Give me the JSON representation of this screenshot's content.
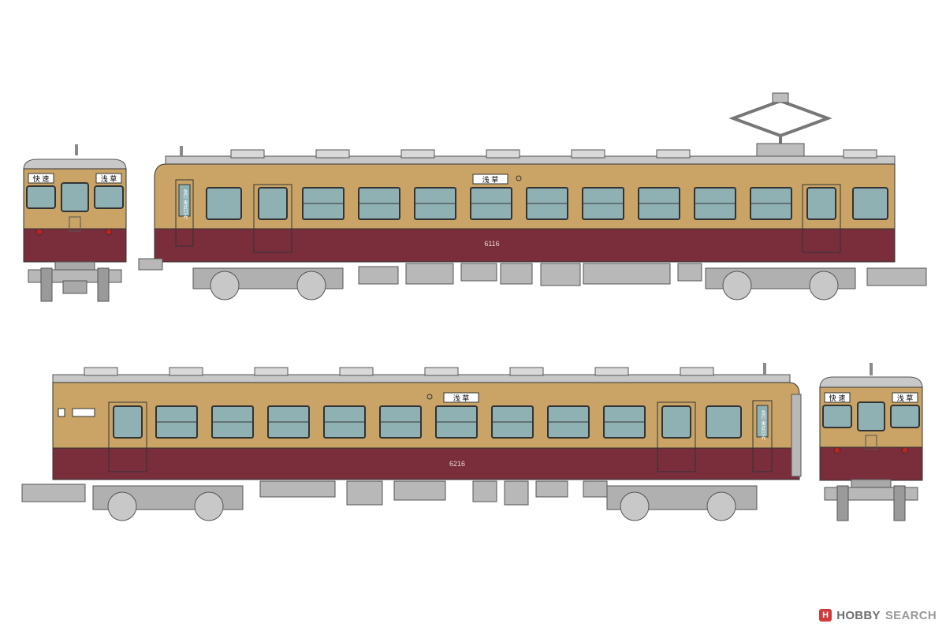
{
  "colors": {
    "body_upper": "#c9a466",
    "body_lower": "#7a2e3c",
    "window_glass": "#8fb1b4",
    "roof": "#c8c8c8",
    "underfloor": "#a9a9a9",
    "outline": "#333333"
  },
  "car_top": {
    "car_number": "6116",
    "destination_label": "浅 草",
    "side_sign": "急行 東武日光"
  },
  "car_bottom": {
    "car_number": "6216",
    "destination_label": "浅 草",
    "side_sign": "急行 東武日光"
  },
  "front_left": {
    "type_label": "快 速",
    "destination_label": "浅 草"
  },
  "front_right": {
    "type_label": "快 速",
    "destination_label": "浅 草"
  },
  "watermark": {
    "logo_icon": "hobby-search-logo",
    "brand": "HOBBY",
    "text": "SEARCH"
  }
}
